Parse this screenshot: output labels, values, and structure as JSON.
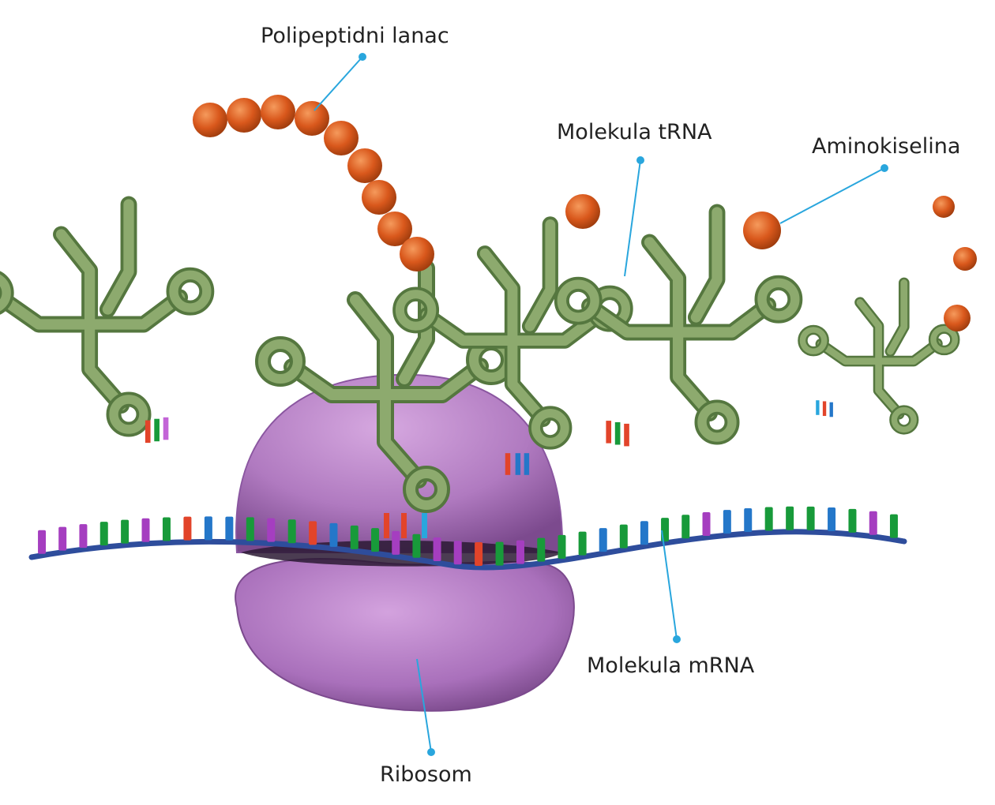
{
  "labels": {
    "polypeptide": "Polipeptidni lanac",
    "trna": "Molekula tRNA",
    "amino_acid": "Aminokiselina",
    "mrna": "Molekula mRNA",
    "ribosome": "Ribosom"
  },
  "colors": {
    "background": "#ffffff",
    "trna_outline": "#55773f",
    "trna_fill": "#8daa6e",
    "amino_acid": "#d9581c",
    "amino_acid_highlight": "#f08a4a",
    "ribosome": "#b57ec4",
    "ribosome_dark": "#6e3f7e",
    "mrna_backbone": "#2e4d9c",
    "leader_line": "#29a6dd",
    "label_text": "#222222",
    "base_purple": "#a53ec0",
    "base_green": "#189a3a",
    "base_blue": "#2477c9",
    "base_red": "#e2442a"
  }
}
